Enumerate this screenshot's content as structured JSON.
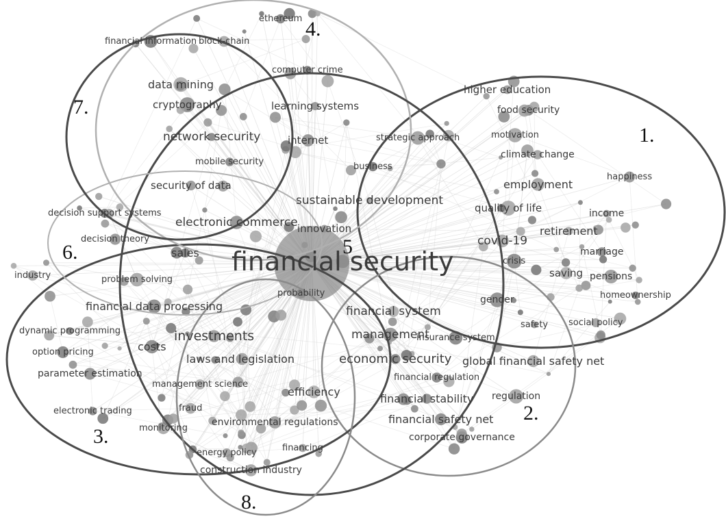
{
  "network": {
    "central_term": "financial security",
    "terms": [
      "ethereum",
      "financial information",
      "block-chain",
      "computer crime",
      "data mining",
      "cryptography",
      "learning systems",
      "network security",
      "internet",
      "mobile security",
      "security of data",
      "electronic commerce",
      "sustainable development",
      "innovation",
      "business",
      "strategic approach",
      "higher education",
      "food security",
      "motivation",
      "climate change",
      "happiness",
      "employment",
      "income",
      "quality of life",
      "retirement",
      "covid-19",
      "marriage",
      "crisis",
      "saving",
      "pensions",
      "homeownership",
      "gender",
      "safety",
      "social policy",
      "decision support systems",
      "decision theory",
      "sales",
      "industry",
      "problem solving",
      "probability",
      "financial data processing",
      "dynamic programming",
      "investments",
      "costs",
      "option pricing",
      "laws and legislation",
      "parameter estimation",
      "management science",
      "economic security",
      "financial system",
      "management",
      "insurance system",
      "global financial safety net",
      "financial regulation",
      "efficiency",
      "financial stability",
      "regulation",
      "electronic trading",
      "fraud",
      "monitoring",
      "environmental regulations",
      "financial safety net",
      "corporate governance",
      "energy policy",
      "financing",
      "construction industry"
    ]
  },
  "clusters": [
    {
      "id": "1",
      "label": "1."
    },
    {
      "id": "2",
      "label": "2."
    },
    {
      "id": "3",
      "label": "3."
    },
    {
      "id": "4",
      "label": "4."
    },
    {
      "id": "5",
      "label": "5"
    },
    {
      "id": "6",
      "label": "6."
    },
    {
      "id": "7",
      "label": "7."
    },
    {
      "id": "8",
      "label": "8."
    }
  ],
  "colors": {
    "ellipse_dark": "#4a4a4a",
    "ellipse_light": "#9a9a9a",
    "edge": "#c8c8c8",
    "node": "#8a8a8a",
    "label": "#3a3a3a"
  }
}
